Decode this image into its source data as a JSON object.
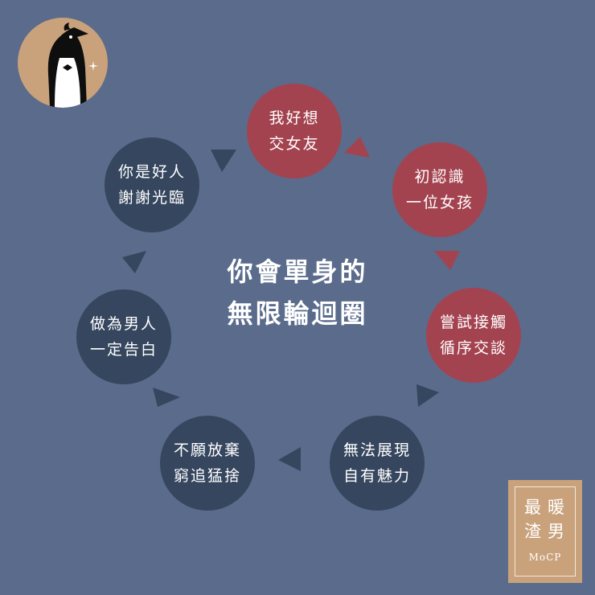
{
  "colors": {
    "background": "#5a6b8c",
    "accent_red": "#a44350",
    "node_dark": "#35465e",
    "brand_gold": "#c9a27c"
  },
  "title": {
    "line1": "你會單身的",
    "line2": "無限輪迴圈"
  },
  "cycle_nodes": [
    {
      "id": "want-girlfriend",
      "color": "red",
      "line1": "我好想",
      "line2": "交女友"
    },
    {
      "id": "meet-girl",
      "color": "red",
      "line1": "初認識",
      "line2": "一位女孩"
    },
    {
      "id": "try-contact",
      "color": "red",
      "line1": "嘗試接觸",
      "line2": "循序交談"
    },
    {
      "id": "cannot-show-charm",
      "color": "dark",
      "line1": "無法展現",
      "line2": "自有魅力"
    },
    {
      "id": "never-give-up",
      "color": "dark",
      "line1": "不願放棄",
      "line2": "窮追猛捨"
    },
    {
      "id": "must-confess",
      "color": "dark",
      "line1": "做為男人",
      "line2": "一定告白"
    },
    {
      "id": "nice-guy-rejection",
      "color": "dark",
      "line1": "你是好人",
      "line2": "謝謝光臨"
    }
  ],
  "logo": {
    "icon": "penguin-tuxedo-icon",
    "sparkle": "sparkle-icon"
  },
  "brand": {
    "char1": "最",
    "char2": "暖",
    "char3": "渣",
    "char4": "男",
    "sub": "MoCP"
  }
}
